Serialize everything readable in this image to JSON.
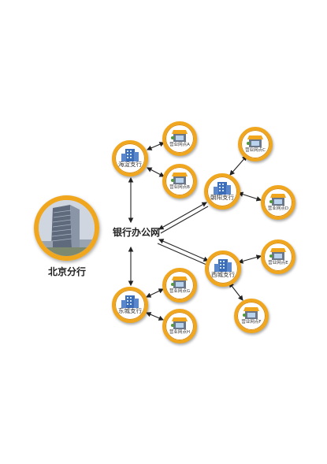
{
  "headquarters": {
    "label": "北京分行"
  },
  "center": {
    "label": "银行办公网"
  },
  "branches": [
    {
      "id": "haidian",
      "label": "海淀支行"
    },
    {
      "id": "chaoyang",
      "label": "朝阳支行"
    },
    {
      "id": "xicheng",
      "label": "西城支行"
    },
    {
      "id": "dongcheng",
      "label": "东城支行"
    }
  ],
  "outlets": [
    {
      "id": "A",
      "label": "营业网点A"
    },
    {
      "id": "B",
      "label": "营业网点B"
    },
    {
      "id": "C",
      "label": "营业网点C"
    },
    {
      "id": "D",
      "label": "营业网点D"
    },
    {
      "id": "E",
      "label": "营业网点E"
    },
    {
      "id": "F",
      "label": "营业网点F"
    },
    {
      "id": "G",
      "label": "营业网点G"
    },
    {
      "id": "H",
      "label": "营业网点H"
    }
  ],
  "colors": {
    "ring": "#f0a61d",
    "link": "#222222",
    "building": "#3c6db8",
    "shop_roof": "#f0a61d"
  }
}
